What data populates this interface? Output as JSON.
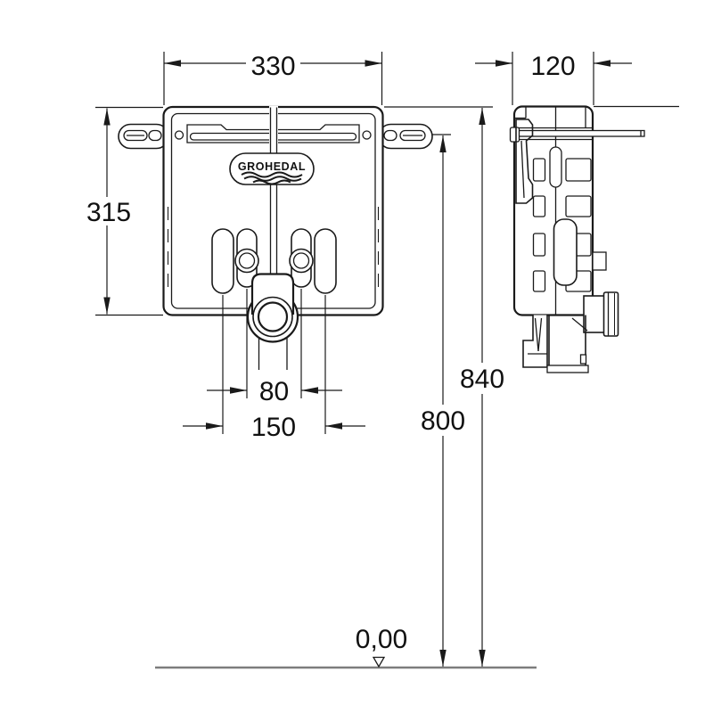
{
  "logo": {
    "text": "GROHEDAL"
  },
  "dims": {
    "front_width": "330",
    "front_height": "315",
    "inner_spacing": "80",
    "outer_spacing": "150",
    "side_depth": "120",
    "overall_height": "840",
    "bracket_height": "800",
    "floor_level": "0,00"
  },
  "colors": {
    "line": "#1a1a1a",
    "ground": "#7d7d7d",
    "background": "#ffffff"
  }
}
